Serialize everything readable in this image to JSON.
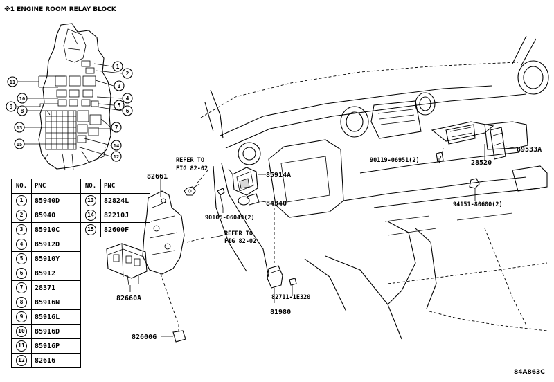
{
  "block_title": "※1 ENGINE ROOM RELAY BLOCK",
  "relay_callouts": [
    "1",
    "2",
    "3",
    "4",
    "5",
    "6",
    "7",
    "8",
    "9",
    "10",
    "11",
    "12",
    "13",
    "14",
    "15"
  ],
  "table": {
    "headers": [
      "NO.",
      "PNC",
      "NO.",
      "PNC"
    ],
    "left": [
      {
        "no": "1",
        "pnc": "85940D"
      },
      {
        "no": "2",
        "pnc": "85940"
      },
      {
        "no": "3",
        "pnc": "85910C"
      },
      {
        "no": "4",
        "pnc": "85912D"
      },
      {
        "no": "5",
        "pnc": "85910Y"
      },
      {
        "no": "6",
        "pnc": "85912"
      },
      {
        "no": "7",
        "pnc": "28371"
      },
      {
        "no": "8",
        "pnc": "85916N"
      },
      {
        "no": "9",
        "pnc": "85916L"
      },
      {
        "no": "10",
        "pnc": "85916D"
      },
      {
        "no": "11",
        "pnc": "85916P"
      },
      {
        "no": "12",
        "pnc": "82616"
      }
    ],
    "right": [
      {
        "no": "13",
        "pnc": "82824L"
      },
      {
        "no": "14",
        "pnc": "82210J"
      },
      {
        "no": "15",
        "pnc": "82600F"
      }
    ]
  },
  "labels": {
    "p82661": "82661",
    "p82660A": "82660A",
    "p82600G": "82600G",
    "p85914A": "85914A",
    "p84340": "84340",
    "p90105": "90105-06049(2)",
    "p81980": "81980",
    "p82711": "82711-1E320",
    "p90119": "90119-06951(2)",
    "p28520": "28520",
    "p89533A": "89533A",
    "p94151": "94151-80600(2)",
    "refer1_a": "REFER TO",
    "refer1_b": "FIG 82-02",
    "refer2_a": "REFER TO",
    "refer2_b": "FIG 82-02",
    "drawing_code": "84A863C"
  }
}
